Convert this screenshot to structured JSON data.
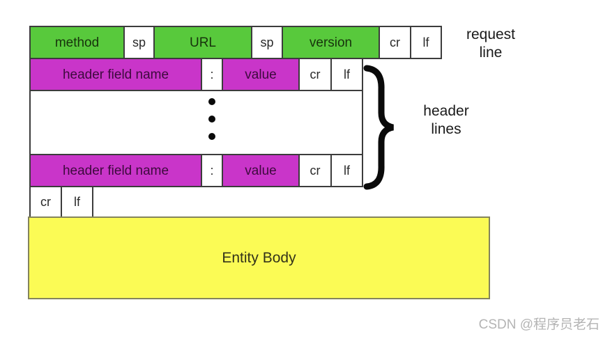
{
  "colors": {
    "green": "#58c93c",
    "magenta": "#c935c9",
    "yellow": "#fbfb55",
    "border": "#3c3c3c",
    "yellow_border": "#84845c",
    "watermark": "#b4b4b4"
  },
  "annotations": {
    "request_line": "request\nline",
    "header_lines": "header\nlines"
  },
  "request_line_row": {
    "method": "method",
    "sp1": "sp",
    "url": "URL",
    "sp2": "sp",
    "version": "version",
    "cr": "cr",
    "lf": "lf"
  },
  "header_line_top": {
    "field_name": "header field name",
    "colon": ":",
    "value": "value",
    "cr": "cr",
    "lf": "lf"
  },
  "header_line_bottom": {
    "field_name": "header field name",
    "colon": ":",
    "value": "value",
    "cr": "cr",
    "lf": "lf"
  },
  "blank_line": {
    "cr": "cr",
    "lf": "lf"
  },
  "entity_body": {
    "label": "Entity Body"
  },
  "watermark": {
    "text": "CSDN @程序员老石"
  }
}
